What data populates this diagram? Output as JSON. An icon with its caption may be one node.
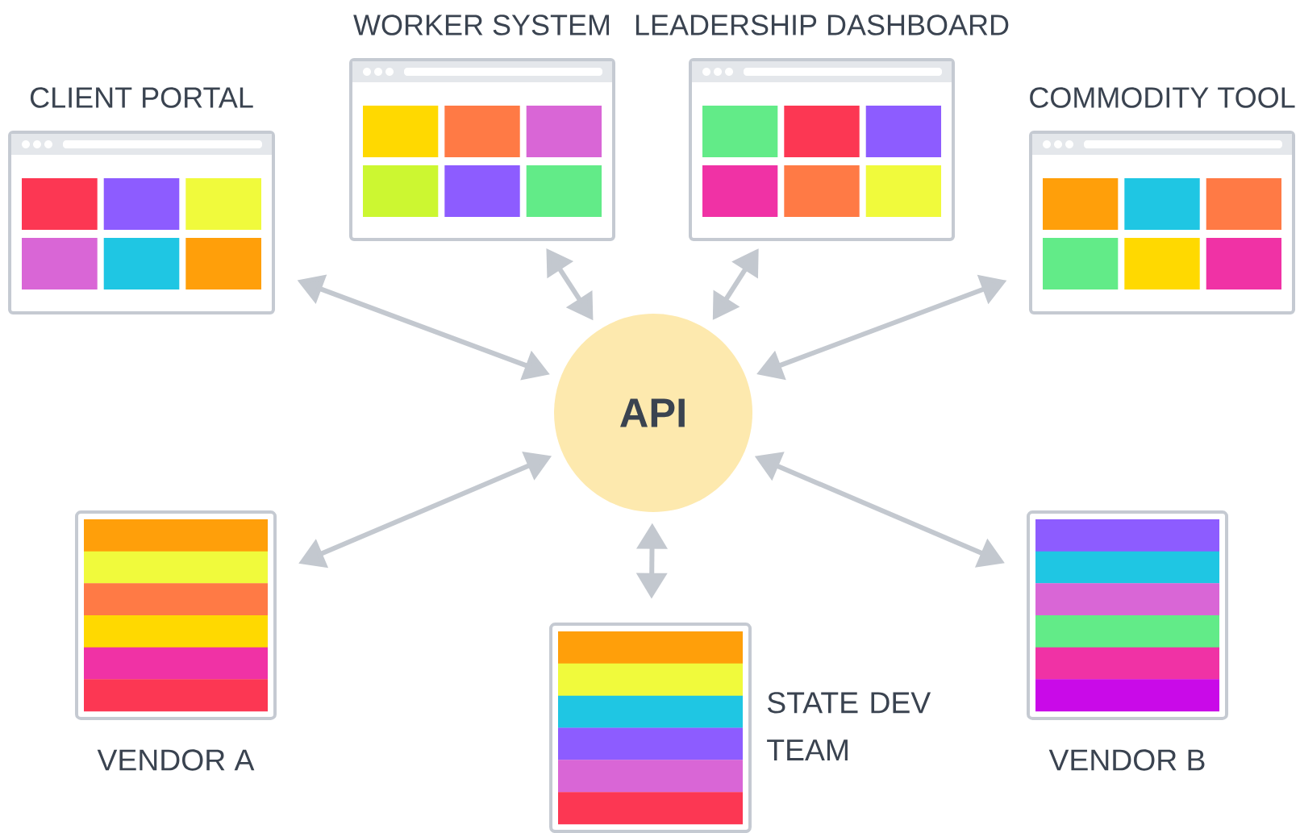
{
  "diagram": {
    "nodes": [
      {
        "text": [
          "CLIENT PORTAL"
        ]
      },
      {
        "text": [
          "WORKER SYSTEM"
        ]
      },
      {
        "text": [
          "LEADERSHIP DASHBOARD"
        ]
      },
      {
        "text": [
          "COMMODITY TOOL"
        ]
      },
      {
        "text": [
          "API"
        ]
      },
      {
        "text": [
          "VENDOR A"
        ]
      },
      {
        "text": [
          "STATE DEV TEAM"
        ]
      },
      {
        "text": [
          "VENDOR B"
        ]
      }
    ],
    "edges": [
      {
        "from": 4,
        "to": 0,
        "arrow": "both"
      },
      {
        "from": 4,
        "to": 1,
        "arrow": "both"
      },
      {
        "from": 4,
        "to": 2,
        "arrow": "both"
      },
      {
        "from": 4,
        "to": 3,
        "arrow": "both"
      },
      {
        "from": 4,
        "to": 5,
        "arrow": "both"
      },
      {
        "from": 4,
        "to": 6,
        "arrow": "both"
      },
      {
        "from": 4,
        "to": 7,
        "arrow": "both"
      }
    ]
  }
}
